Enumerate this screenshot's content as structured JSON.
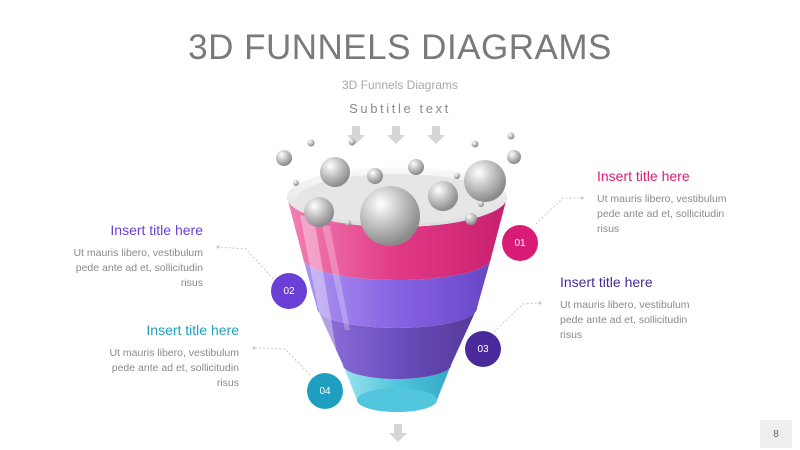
{
  "header": {
    "title": "3D FUNNELS DIAGRAMS",
    "subtitle": "3D Funnels Diagrams",
    "subtext": "Subtitle text"
  },
  "items": [
    {
      "number": "01",
      "title": "Insert title here",
      "body": [
        "Ut mauris libero, vestibulum",
        "pede ante ad et, sollicitudin",
        "risus"
      ],
      "color": "#d81b74"
    },
    {
      "number": "02",
      "title": "Insert title here",
      "body": [
        "Ut mauris libero, vestibulum",
        "pede ante ad et, sollicitudin",
        "risus"
      ],
      "color": "#6a3fd6"
    },
    {
      "number": "03",
      "title": "Insert title here",
      "body": [
        "Ut mauris libero, vestibulum",
        "pede ante ad et, sollicitudin",
        "risus"
      ],
      "color": "#4a2a9a"
    },
    {
      "number": "04",
      "title": "Insert title here",
      "body": [
        "Ut mauris libero, vestibulum",
        "pede ante ad et, sollicitudin",
        "risus"
      ],
      "color": "#1e9fbf"
    }
  ],
  "page_number": "8"
}
